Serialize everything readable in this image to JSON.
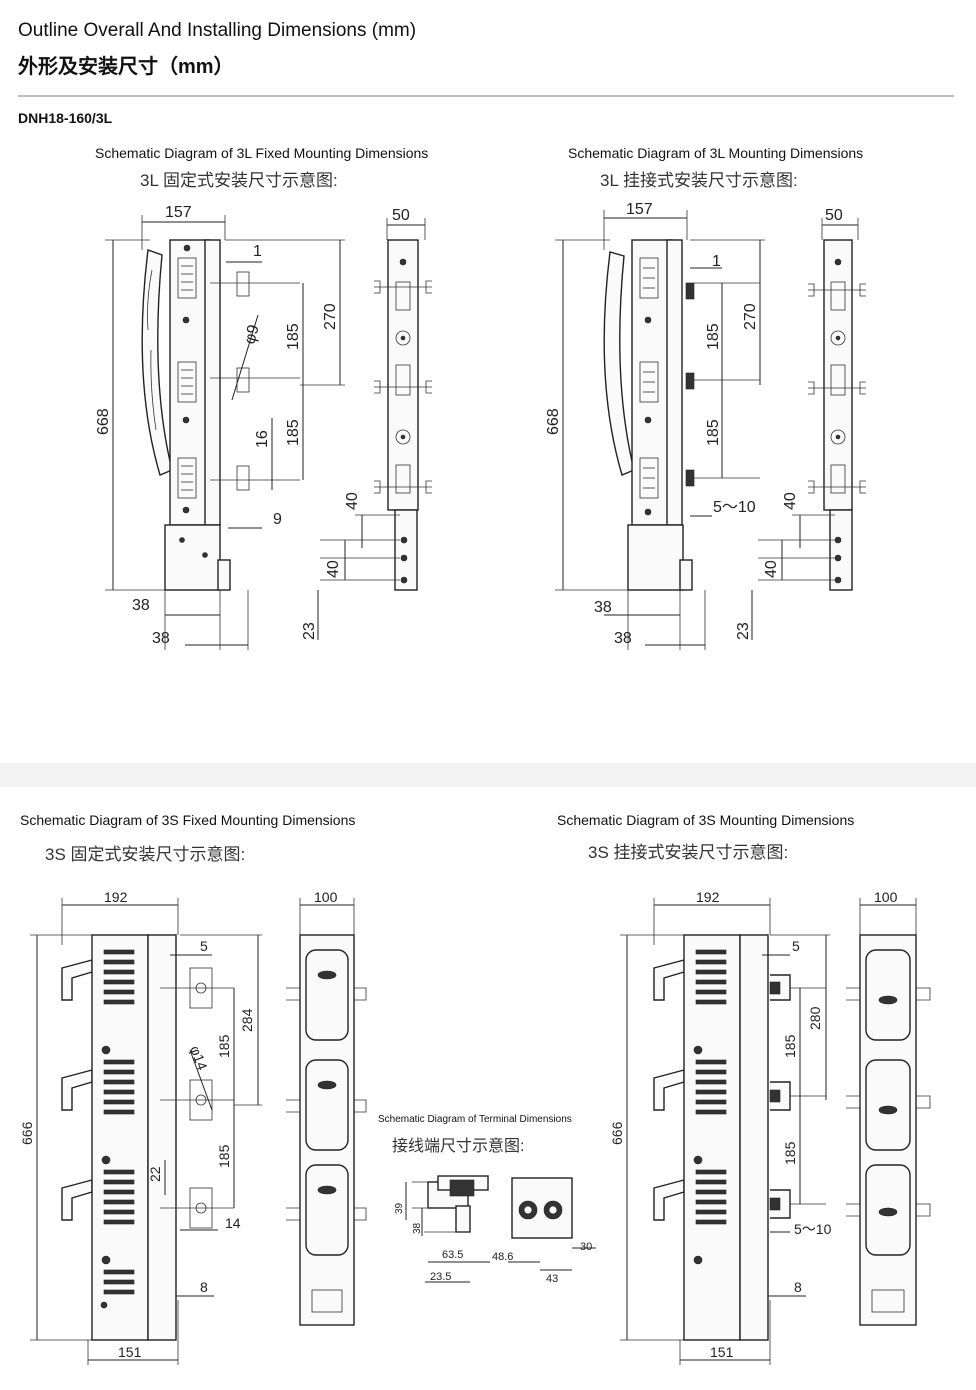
{
  "header": {
    "title_en": "Outline Overall And Installing Dimensions  (mm)",
    "title_zh": "外形及安装尺寸（mm）",
    "model": "DNH18-160/3L"
  },
  "diagrams": {
    "d3l_fixed": {
      "caption_en": "Schematic Diagram of 3L Fixed Mounting Dimensions",
      "caption_zh": "3L 固定式安装尺寸示意图:",
      "dims": {
        "width": "157",
        "height": "668",
        "pitch1": "270",
        "pitch2": "185",
        "pitch3": "185",
        "depth": "50",
        "d1": "1",
        "hole": "φ9",
        "d16": "16",
        "d9": "9",
        "d40a": "40",
        "d40b": "40",
        "d23": "23",
        "d38a": "38",
        "d38b": "38"
      }
    },
    "d3l_mount": {
      "caption_en": "Schematic Diagram of 3L Mounting Dimensions",
      "caption_zh": "3L 挂接式安装尺寸示意图:",
      "dims": {
        "width": "157",
        "height": "668",
        "pitch1": "270",
        "pitch2": "185",
        "pitch3": "185",
        "depth": "50",
        "d1": "1",
        "range": "5～10",
        "d40a": "40",
        "d40b": "40",
        "d23": "23",
        "d38a": "38",
        "d38b": "38"
      }
    },
    "d3s_fixed": {
      "caption_en": "Schematic Diagram of 3S Fixed Mounting Dimensions",
      "caption_zh": "3S 固定式安装尺寸示意图:",
      "dims": {
        "width": "192",
        "height": "666",
        "pitch1": "284",
        "pitch2": "185",
        "pitch3": "185",
        "depth": "100",
        "d5": "5",
        "hole": "φ14",
        "d22": "22",
        "d14": "14",
        "d8": "8",
        "d151": "151"
      }
    },
    "terminal": {
      "caption_en": "Schematic Diagram of Terminal Dimensions",
      "caption_zh": "接线端尺寸示意图:",
      "dims": {
        "d39": "39",
        "d38": "38",
        "d63": "63.5",
        "d23": "23.5",
        "d48": "48.6",
        "d43": "43",
        "d30": "30"
      }
    },
    "d3s_mount": {
      "caption_en": "Schematic Diagram of 3S Mounting Dimensions",
      "caption_zh": "3S 挂接式安装尺寸示意图:",
      "dims": {
        "width": "192",
        "height": "666",
        "pitch1": "280",
        "pitch2": "185",
        "pitch3": "185",
        "depth": "100",
        "d5": "5",
        "range": "5～10",
        "d8": "8",
        "d151": "151"
      }
    }
  }
}
